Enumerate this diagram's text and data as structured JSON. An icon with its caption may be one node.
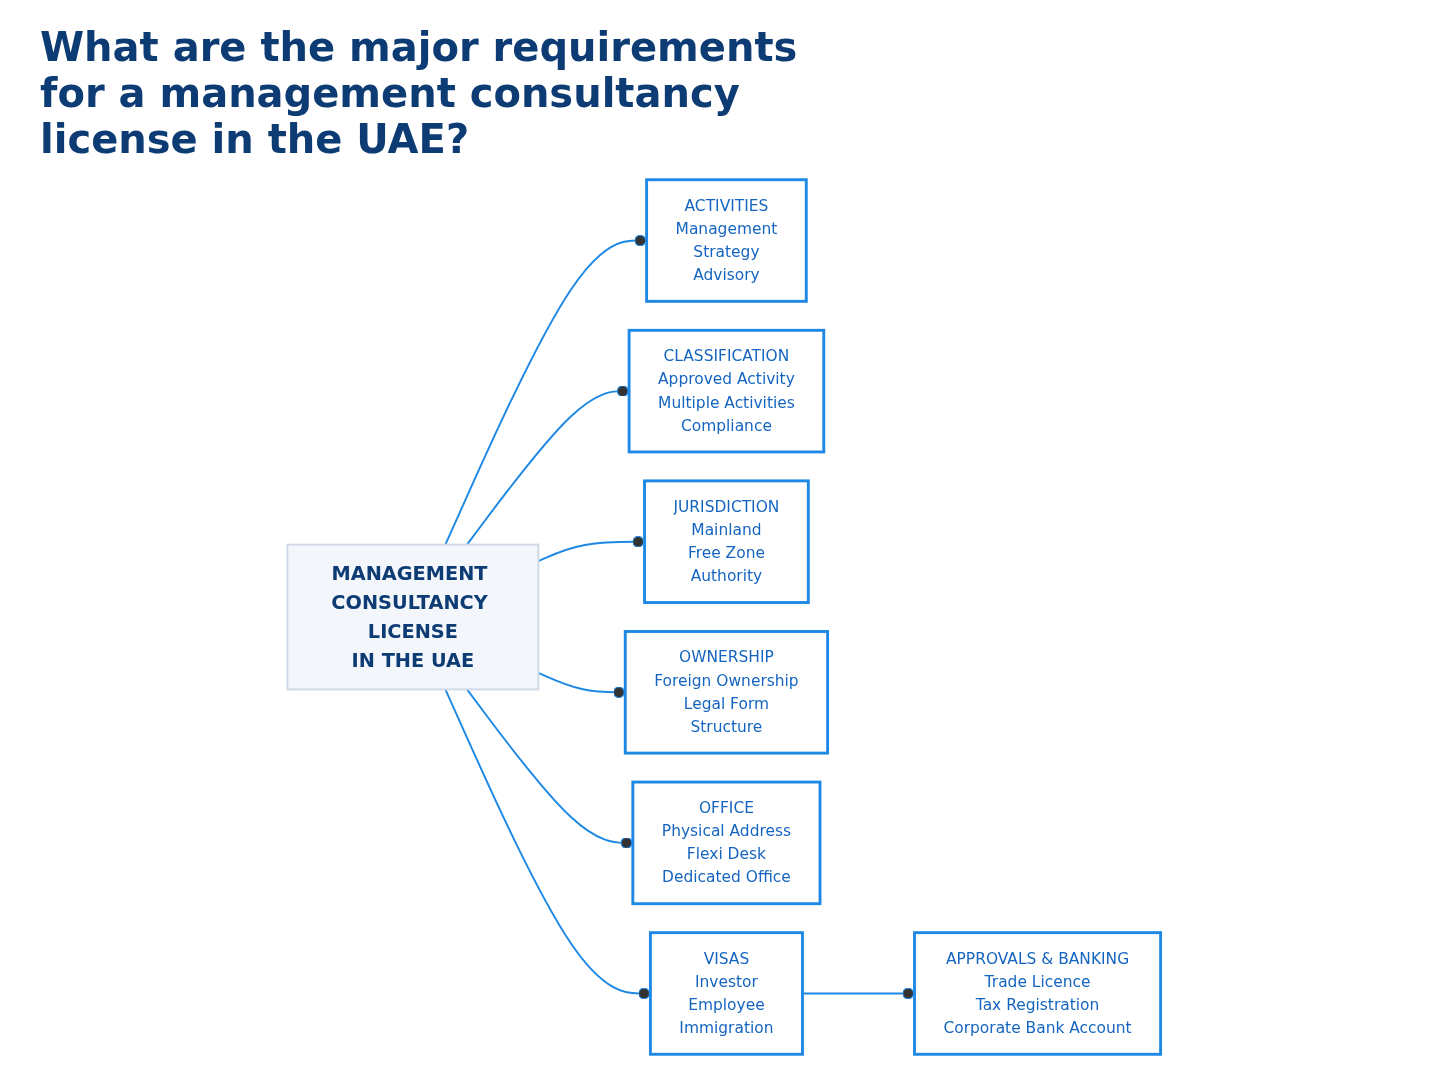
{
  "diagram": {
    "title": "What are the major requirements for a management consultancy license in the UAE?",
    "nodes": [
      {
        "text": [
          "MANAGEMENT CONSULTANCY LICENSE",
          "IN THE UAE"
        ]
      },
      {
        "text": [
          "ACTIVITIES",
          "Management",
          "Strategy",
          "Advisory"
        ]
      },
      {
        "text": [
          "CLASSIFICATION",
          "Approved Activity",
          "Multiple Activities",
          "Compliance"
        ]
      },
      {
        "text": [
          "JURISDICTION",
          "Mainland",
          "Free Zone",
          "Authority"
        ]
      },
      {
        "text": [
          "OWNERSHIP",
          "Foreign Ownership",
          "Legal Form",
          "Structure"
        ]
      },
      {
        "text": [
          "OFFICE",
          "Physical Address",
          "Flexi Desk",
          "Dedicated Office"
        ]
      },
      {
        "text": [
          "VISAS",
          "Investor",
          "Employee",
          "Immigration"
        ]
      },
      {
        "text": [
          "APPROVALS & BANKING",
          "Trade Licence",
          "Tax Registration",
          "Corporate Bank Account"
        ]
      }
    ],
    "edges": [
      {
        "from": 0,
        "to": 1,
        "arrow": "other"
      },
      {
        "from": 0,
        "to": 2,
        "arrow": "other"
      },
      {
        "from": 0,
        "to": 3,
        "arrow": "other"
      },
      {
        "from": 0,
        "to": 4,
        "arrow": "other"
      },
      {
        "from": 0,
        "to": 5,
        "arrow": "other"
      },
      {
        "from": 0,
        "to": 6,
        "arrow": "other"
      },
      {
        "from": 6,
        "to": 7,
        "arrow": "other"
      }
    ]
  }
}
